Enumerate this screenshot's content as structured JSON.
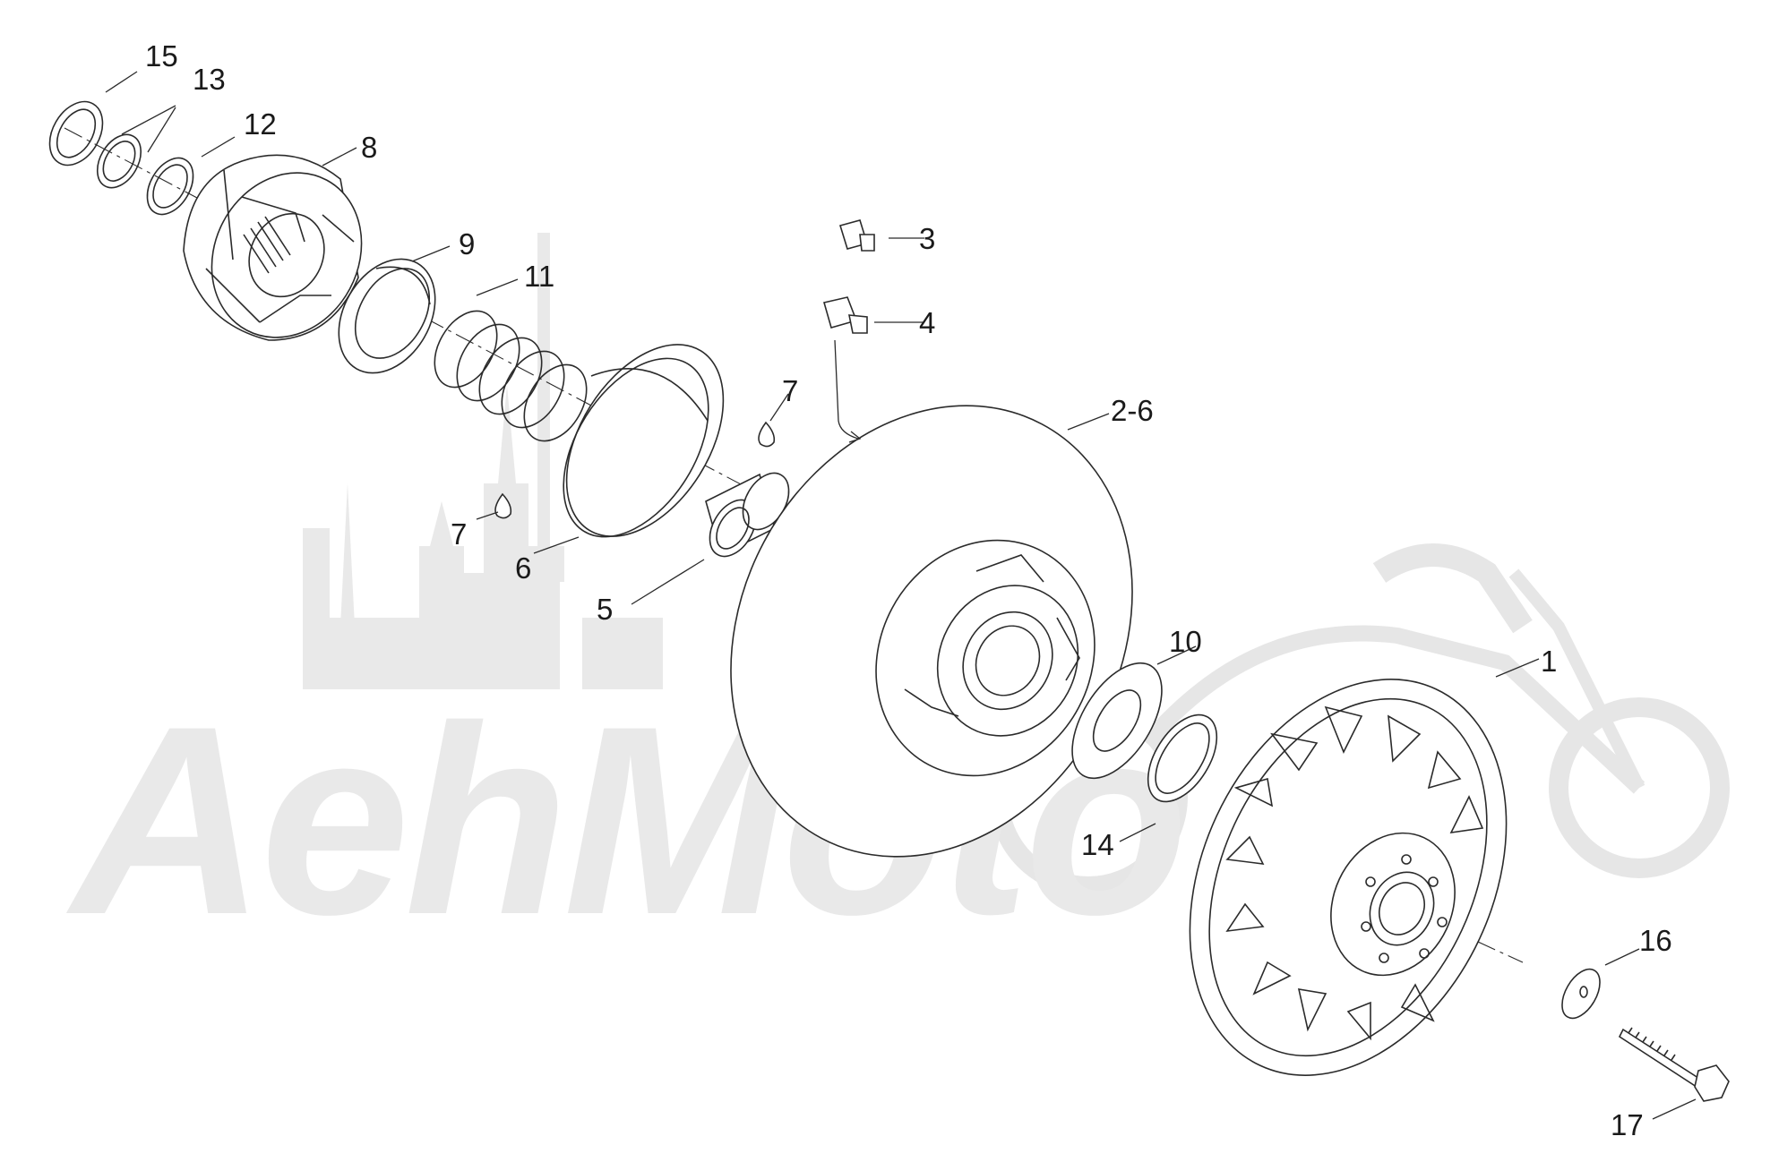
{
  "watermark": {
    "text": "AehMoto"
  },
  "callouts": [
    {
      "id": "1",
      "label": "1"
    },
    {
      "id": "2-6",
      "label": "2-6"
    },
    {
      "id": "3",
      "label": "3"
    },
    {
      "id": "4",
      "label": "4"
    },
    {
      "id": "5",
      "label": "5"
    },
    {
      "id": "6",
      "label": "6"
    },
    {
      "id": "7a",
      "label": "7"
    },
    {
      "id": "7b",
      "label": "7"
    },
    {
      "id": "8",
      "label": "8"
    },
    {
      "id": "9",
      "label": "9"
    },
    {
      "id": "10",
      "label": "10"
    },
    {
      "id": "11",
      "label": "11"
    },
    {
      "id": "12",
      "label": "12"
    },
    {
      "id": "13",
      "label": "13"
    },
    {
      "id": "14",
      "label": "14"
    },
    {
      "id": "15",
      "label": "15"
    },
    {
      "id": "16",
      "label": "16"
    },
    {
      "id": "17",
      "label": "17"
    }
  ]
}
